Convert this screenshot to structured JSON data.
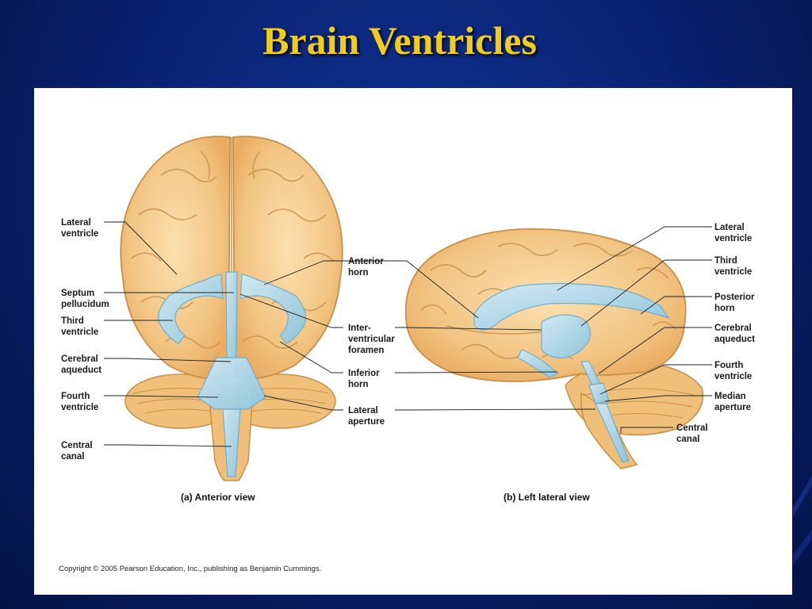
{
  "slide": {
    "title": "Brain Ventricles"
  },
  "theme": {
    "background": "#0a2475",
    "title_color": "#f2cc1b",
    "brain_color": "#f4c98d",
    "ventricle_color": "#a9d8ec"
  },
  "anterior_view": {
    "caption": "(a) Anterior view",
    "labels": {
      "lateral_ventricle": "Lateral\nventricle",
      "septum_pellucidum": "Septum\npellucidum",
      "third_ventricle": "Third\nventricle",
      "cerebral_aqueduct": "Cerebral\naqueduct",
      "fourth_ventricle": "Fourth\nventricle",
      "central_canal": "Central\ncanal"
    }
  },
  "shared_labels": {
    "anterior_horn": "Anterior\nhorn",
    "interventricular_foramen": "Inter-\nventricular\nforamen",
    "inferior_horn": "Inferior\nhorn",
    "lateral_aperture": "Lateral\naperture"
  },
  "lateral_view": {
    "caption": "(b) Left lateral view",
    "labels": {
      "lateral_ventricle": "Lateral\nventricle",
      "third_ventricle": "Third\nventricle",
      "posterior_horn": "Posterior\nhorn",
      "cerebral_aqueduct": "Cerebral\naqueduct",
      "fourth_ventricle": "Fourth\nventricle",
      "median_aperture": "Median\naperture",
      "central_canal": "Central\ncanal"
    }
  },
  "copyright": "Copyright © 2005 Pearson Education, Inc., publishing as Benjamin Cummings."
}
